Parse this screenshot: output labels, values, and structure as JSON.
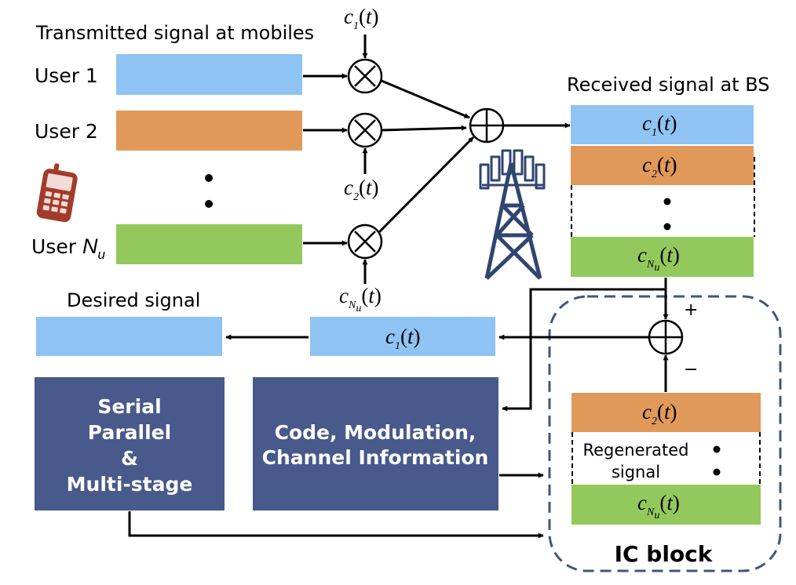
{
  "colors": {
    "blue": "#8fc3f3",
    "orange": "#e1995a",
    "green": "#93c95c",
    "navy": "#48598b",
    "dash": "#41567e",
    "phone": "#a33b2a"
  },
  "labels": {
    "transmitted": "Transmitted signal at mobiles",
    "user1": "User 1",
    "user2": "User 2",
    "userN_prefix": "User ",
    "userN_var": "N",
    "userN_sub": "u",
    "received": "Received signal at BS",
    "desired": "Desired signal",
    "plus": "+",
    "minus": "−",
    "ic_block": "IC block",
    "regen1": "Regenerated",
    "regen2": "signal",
    "dots": "•"
  },
  "codes": {
    "c": "c",
    "open": "(",
    "t": "t",
    "close": ")",
    "sub1": "1",
    "sub2": "2",
    "subN": "N",
    "subNu": "u"
  },
  "boxes": {
    "serial_lines": [
      "Serial",
      "Parallel",
      "&",
      "Multi-stage"
    ],
    "code_lines": [
      "Code, Modulation,",
      "Channel Information"
    ]
  },
  "icons": [
    "multiplier-icon",
    "adder-icon",
    "antenna-tower-icon",
    "mobile-phone-icon",
    "arrow-icon"
  ]
}
